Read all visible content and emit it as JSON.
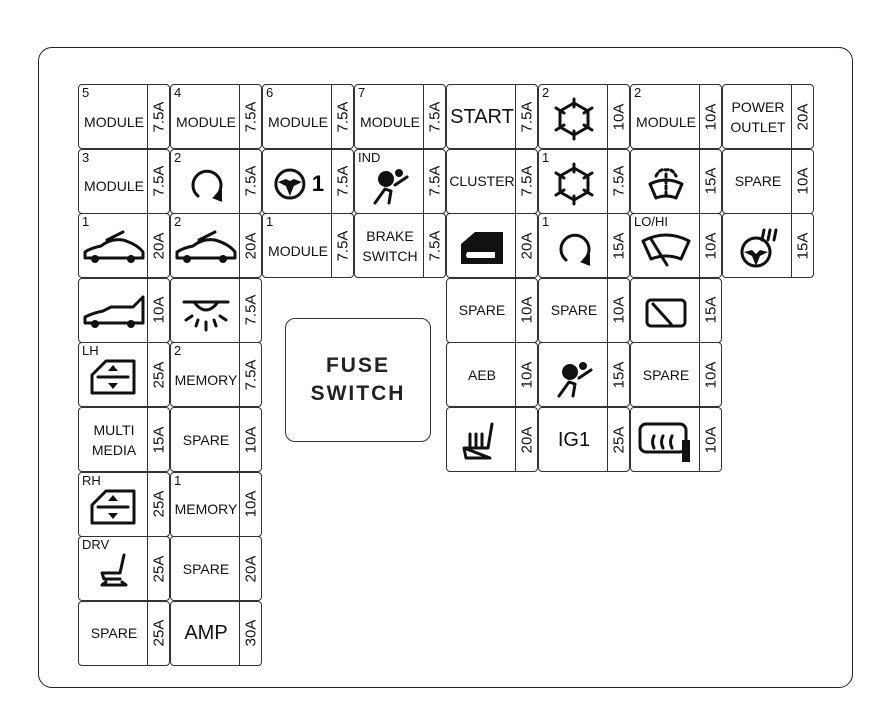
{
  "fuse_switch": {
    "line1": "FUSE",
    "line2": "SWITCH"
  },
  "fuses": [
    {
      "num": "5",
      "label": "MODULE",
      "amp": "7.5A"
    },
    {
      "num": "4",
      "label": "MODULE",
      "amp": "7.5A"
    },
    {
      "num": "6",
      "label": "MODULE",
      "amp": "7.5A"
    },
    {
      "num": "7",
      "label": "MODULE",
      "amp": "7.5A"
    },
    {
      "label": "START",
      "amp": "7.5A",
      "big": true
    },
    {
      "num": "2",
      "icon": "snowflake-icon",
      "amp": "10A"
    },
    {
      "num": "2",
      "label": "MODULE",
      "amp": "10A"
    },
    {
      "label": "POWER\nOUTLET",
      "amp": "20A"
    },
    {
      "num": "3",
      "label": "MODULE",
      "amp": "7.5A"
    },
    {
      "num": "2",
      "icon": "rotate-icon",
      "amp": "7.5A"
    },
    {
      "icon": "steering-wheel-icon",
      "icon_text": "1",
      "amp": "7.5A"
    },
    {
      "num": "IND",
      "icon": "airbag-icon",
      "amp": "7.5A"
    },
    {
      "label": "CLUSTER",
      "amp": "7.5A"
    },
    {
      "num": "1",
      "icon": "snowflake-icon",
      "amp": "7.5A"
    },
    {
      "icon": "windshield-washer-icon",
      "amp": "15A"
    },
    {
      "label": "SPARE",
      "amp": "10A"
    },
    {
      "num": "1",
      "icon": "car-sunroof-icon",
      "amp": "20A"
    },
    {
      "num": "2",
      "icon": "car-sunroof-icon",
      "amp": "20A"
    },
    {
      "num": "1",
      "label": "MODULE",
      "amp": "7.5A"
    },
    {
      "label": "BRAKE\nSWITCH",
      "amp": "7.5A"
    },
    {
      "icon": "door-lock-icon",
      "amp": "20A"
    },
    {
      "num": "1",
      "icon": "rotate-icon",
      "amp": "15A"
    },
    {
      "num": "LO/HI",
      "icon": "front-wiper-icon",
      "amp": "10A"
    },
    {
      "icon": "heated-steering-icon",
      "amp": "15A"
    },
    {
      "icon": "tailgate-icon",
      "amp": "10A"
    },
    {
      "icon": "room-lamp-icon",
      "amp": "7.5A"
    },
    {
      "label": "SPARE",
      "amp": "10A"
    },
    {
      "label": "SPARE",
      "amp": "10A"
    },
    {
      "icon": "rear-wiper-icon",
      "amp": "15A"
    },
    {
      "num": "LH",
      "icon": "power-window-icon",
      "amp": "25A"
    },
    {
      "num": "2",
      "label": "MEMORY",
      "amp": "7.5A"
    },
    {
      "label": "AEB",
      "amp": "10A"
    },
    {
      "icon": "airbag-icon",
      "amp": "15A"
    },
    {
      "label": "SPARE",
      "amp": "10A"
    },
    {
      "label": "MULTI\nMEDIA",
      "amp": "15A"
    },
    {
      "label": "SPARE",
      "amp": "10A"
    },
    {
      "icon": "heated-seat-icon",
      "amp": "20A"
    },
    {
      "label": "IG1",
      "amp": "25A",
      "big": true
    },
    {
      "icon": "rear-defrost-icon",
      "amp": "10A"
    },
    {
      "num": "RH",
      "icon": "power-window-icon",
      "amp": "25A"
    },
    {
      "num": "1",
      "label": "MEMORY",
      "amp": "10A"
    },
    {
      "num": "DRV",
      "icon": "power-seat-icon",
      "amp": "25A"
    },
    {
      "label": "SPARE",
      "amp": "20A"
    },
    {
      "label": "SPARE",
      "amp": "25A"
    },
    {
      "label": "AMP",
      "amp": "30A",
      "big": true
    }
  ]
}
